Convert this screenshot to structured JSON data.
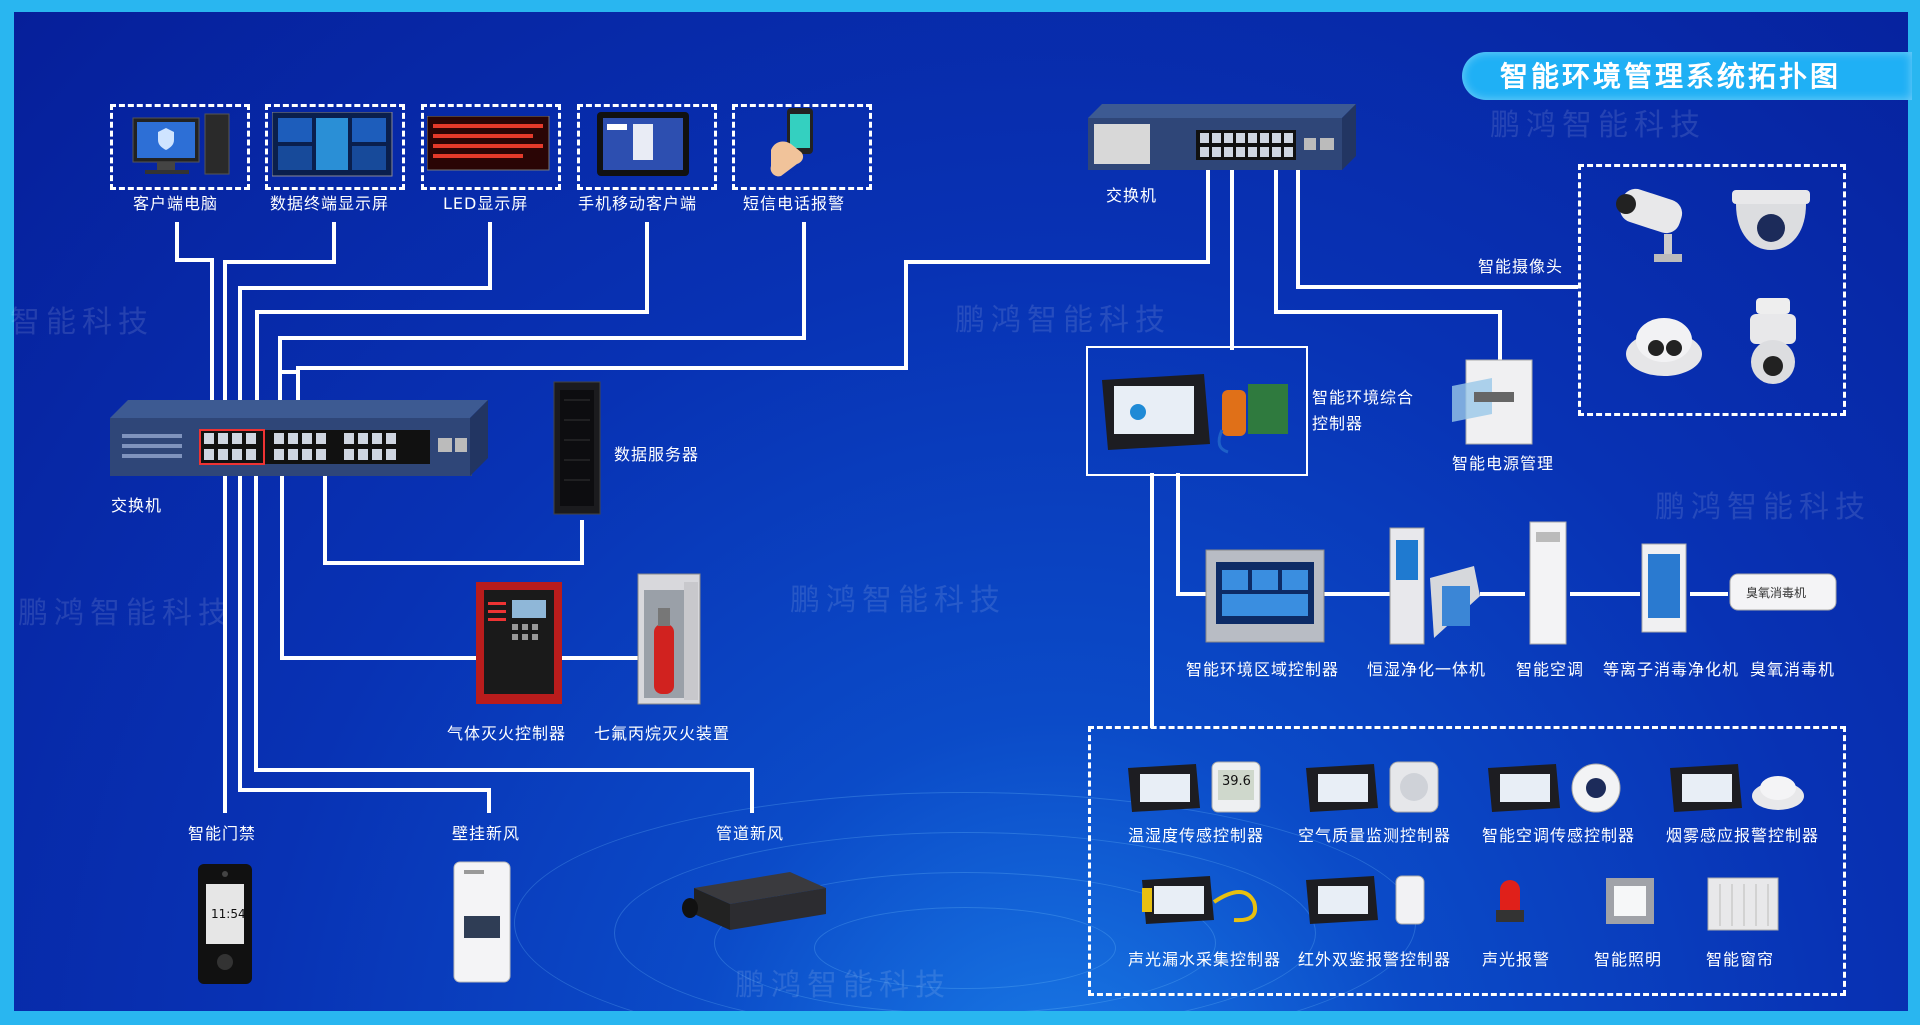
{
  "title": "智能环境管理系统拓扑图",
  "watermark": "鹏鸿智能科技",
  "watermark_partial": "智能科技",
  "colors": {
    "accent": "#1fb0f5",
    "background": "#0832b4",
    "line": "#ffffff"
  },
  "top_devices": {
    "client_pc": "客户端电脑",
    "data_display": "数据终端显示屏",
    "led_display": "LED显示屏",
    "mobile_client": "手机移动客户端",
    "sms_alarm": "短信电话报警"
  },
  "left": {
    "switch": "交换机",
    "data_server": "数据服务器",
    "gas_fire_controller": "气体灭火控制器",
    "hfc_extinguisher": "七氟丙烷灭火装置",
    "access_control": "智能门禁",
    "wall_fresh_air": "壁挂新风",
    "duct_fresh_air": "管道新风"
  },
  "right": {
    "switch": "交换机",
    "smart_camera": "智能摄像头",
    "env_controller_line1": "智能环境综合",
    "env_controller_line2": "控制器",
    "smart_power": "智能电源管理",
    "zone_controller": "智能环境区域控制器",
    "humidity_purifier": "恒湿净化一体机",
    "smart_ac": "智能空调",
    "plasma_purifier": "等离子消毒净化机",
    "ozone_disinfector": "臭氧消毒机",
    "ozone_panel_text": "臭氧消毒机"
  },
  "sensors": {
    "temp_humidity": "温湿度传感控制器",
    "air_quality": "空气质量监测控制器",
    "ac_sensor": "智能空调传感控制器",
    "smoke_alarm": "烟雾感应报警控制器",
    "water_leak": "声光漏水采集控制器",
    "infrared": "红外双鉴报警控制器",
    "sound_light_alarm": "声光报警",
    "smart_lighting": "智能照明",
    "smart_curtain": "智能窗帘",
    "thermometer_reading": "39.6"
  },
  "access_screen_time": "11:54"
}
